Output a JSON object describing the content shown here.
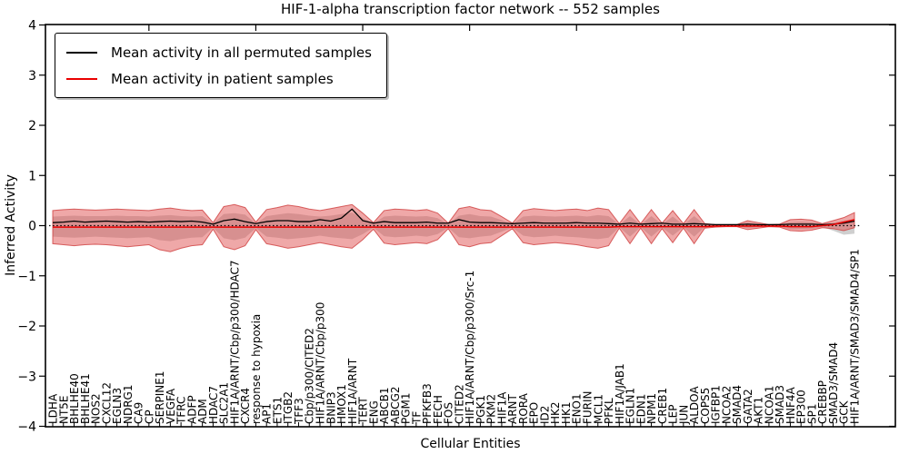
{
  "chart_data": {
    "type": "line",
    "title": "HIF-1-alpha transcription factor network -- 552 samples",
    "xlabel": "Cellular Entities",
    "ylabel": "Inferred Activity",
    "ylim": [
      -4,
      4
    ],
    "yticks": [
      4,
      3,
      2,
      1,
      0,
      -1,
      -2,
      -3,
      -4
    ],
    "ytick_labels": [
      "4",
      "3",
      "2",
      "1",
      "0",
      "−1",
      "−2",
      "−3",
      "−4"
    ],
    "grid": false,
    "zero_line_style": "dotted",
    "legend_position": "upper left",
    "legend": [
      {
        "label": "Mean activity in all permuted samples",
        "color": "#000000"
      },
      {
        "label": "Mean activity in patient samples",
        "color": "#ea0000"
      }
    ],
    "categories": [
      "LDHA",
      "NT5E",
      "BHLHE40",
      "BHLHE41",
      "NOS2",
      "CXCL12",
      "EGLN3",
      "NDRG1",
      "CA9",
      "CP",
      "SERPINE1",
      "VEGFA",
      "TFRC",
      "ADFP",
      "ADM",
      "HDAC7",
      "SLC2A1",
      "HIF1A/ARNT/Cbp/p300/HDAC7",
      "CXCR4",
      "response to hypoxia",
      "AP1",
      "ETS1",
      "ITGB2",
      "TFF3",
      "Cbp/p300/CITED2",
      "HIF1A/ARNT/Cbp/p300",
      "BNIP3",
      "HMOX1",
      "HIF1A/ARNT",
      "TERT",
      "ENG",
      "ABCB1",
      "ABCG2",
      "PGM1",
      "TF",
      "PFKFB3",
      "FECH",
      "FOS",
      "CITED2",
      "HIF1A/ARNT/Cbp/p300/Src-1",
      "PGK1",
      "PKM2",
      "HIF1A",
      "ARNT",
      "RORA",
      "EPO",
      "ID2",
      "HK2",
      "HK1",
      "ENO1",
      "FURIN",
      "MCL1",
      "PFKL",
      "HIF1A/JAB1",
      "EGLN1",
      "EDN1",
      "NPM1",
      "CREB1",
      "LEP",
      "JUN",
      "ALDOA",
      "COPS5",
      "IGFBP1",
      "NCOA2",
      "SMAD4",
      "GATA2",
      "AKT1",
      "NCOA1",
      "SMAD3",
      "HNF4A",
      "EP300",
      "SP1",
      "CREBBP",
      "SMAD3/SMAD4",
      "GCK",
      "HIF1A/ARNT/SMAD3/SMAD4/SP1"
    ],
    "series": [
      {
        "name": "Mean activity in all permuted samples",
        "color": "#000000",
        "width": 1.3,
        "values": [
          0.06,
          0.07,
          0.09,
          0.07,
          0.08,
          0.09,
          0.08,
          0.07,
          0.08,
          0.07,
          0.08,
          0.09,
          0.08,
          0.09,
          0.07,
          0.03,
          0.1,
          0.13,
          0.08,
          0.04,
          0.08,
          0.1,
          0.1,
          0.08,
          0.08,
          0.12,
          0.09,
          0.15,
          0.33,
          0.1,
          0.05,
          0.08,
          0.06,
          0.06,
          0.06,
          0.07,
          0.05,
          0.05,
          0.12,
          0.07,
          0.06,
          0.06,
          0.05,
          0.04,
          0.05,
          0.06,
          0.05,
          0.05,
          0.05,
          0.06,
          0.05,
          0.05,
          0.04,
          0.03,
          0.05,
          0.03,
          0.04,
          0.05,
          0.03,
          0.03,
          0.04,
          0.03,
          0.02,
          0.02,
          0.02,
          0.03,
          0.02,
          0.02,
          0.02,
          0.03,
          0.03,
          0.03,
          0.02,
          0.03,
          0.05,
          0.09
        ]
      },
      {
        "name": "Mean activity in patient samples",
        "color": "#ea0000",
        "width": 1.5,
        "values": [
          -0.03,
          -0.03,
          -0.03,
          -0.03,
          -0.03,
          -0.03,
          -0.03,
          -0.03,
          -0.03,
          -0.03,
          -0.03,
          -0.03,
          -0.03,
          -0.03,
          -0.03,
          -0.03,
          -0.03,
          -0.03,
          -0.03,
          -0.03,
          -0.03,
          -0.03,
          -0.03,
          -0.03,
          -0.03,
          -0.03,
          -0.03,
          -0.03,
          -0.03,
          -0.03,
          -0.03,
          -0.03,
          -0.03,
          -0.03,
          -0.03,
          -0.03,
          -0.03,
          -0.03,
          -0.03,
          -0.03,
          -0.03,
          -0.03,
          -0.03,
          -0.03,
          -0.03,
          -0.03,
          -0.03,
          -0.03,
          -0.03,
          -0.03,
          -0.03,
          -0.03,
          -0.03,
          -0.02,
          -0.02,
          -0.02,
          -0.02,
          -0.02,
          -0.02,
          -0.02,
          -0.02,
          -0.02,
          -0.01,
          -0.01,
          -0.01,
          -0.01,
          -0.01,
          -0.01,
          -0.01,
          -0.02,
          -0.02,
          -0.02,
          0.0,
          0.02,
          0.07,
          0.12
        ]
      }
    ],
    "bands": [
      {
        "name": "permuted-samples-std-band",
        "fill": "#808080",
        "opacity": 0.38,
        "edge": "none",
        "upper": [
          0.18,
          0.19,
          0.2,
          0.19,
          0.19,
          0.19,
          0.2,
          0.19,
          0.19,
          0.18,
          0.2,
          0.21,
          0.19,
          0.18,
          0.19,
          0.04,
          0.23,
          0.25,
          0.22,
          0.04,
          0.19,
          0.22,
          0.25,
          0.23,
          0.2,
          0.18,
          0.2,
          0.23,
          0.26,
          0.15,
          0.04,
          0.18,
          0.2,
          0.19,
          0.18,
          0.19,
          0.15,
          0.03,
          0.2,
          0.23,
          0.19,
          0.18,
          0.11,
          0.03,
          0.18,
          0.2,
          0.19,
          0.18,
          0.19,
          0.2,
          0.18,
          0.21,
          0.19,
          0.02,
          0.19,
          0.02,
          0.19,
          0.03,
          0.18,
          0.02,
          0.19,
          0.02,
          0.01,
          0.01,
          0.01,
          0.06,
          0.04,
          0.01,
          0.02,
          0.07,
          0.08,
          0.07,
          0.02,
          0.06,
          0.1,
          0.12
        ],
        "lower": [
          -0.22,
          -0.23,
          -0.24,
          -0.23,
          -0.22,
          -0.23,
          -0.24,
          -0.25,
          -0.24,
          -0.23,
          -0.29,
          -0.31,
          -0.27,
          -0.24,
          -0.23,
          -0.04,
          -0.25,
          -0.29,
          -0.24,
          -0.05,
          -0.22,
          -0.24,
          -0.27,
          -0.25,
          -0.23,
          -0.2,
          -0.23,
          -0.25,
          -0.27,
          -0.17,
          -0.04,
          -0.21,
          -0.23,
          -0.22,
          -0.2,
          -0.22,
          -0.17,
          -0.04,
          -0.23,
          -0.25,
          -0.22,
          -0.2,
          -0.12,
          -0.04,
          -0.2,
          -0.23,
          -0.22,
          -0.2,
          -0.22,
          -0.23,
          -0.25,
          -0.27,
          -0.24,
          -0.03,
          -0.22,
          -0.03,
          -0.22,
          -0.04,
          -0.2,
          -0.03,
          -0.22,
          -0.03,
          -0.02,
          -0.01,
          -0.01,
          -0.05,
          -0.03,
          -0.01,
          -0.02,
          -0.07,
          -0.07,
          -0.06,
          -0.03,
          -0.1,
          -0.18,
          -0.16
        ]
      },
      {
        "name": "patient-samples-std-band",
        "fill": "#e05252",
        "opacity": 0.5,
        "edge": "#cc3434",
        "upper": [
          0.3,
          0.32,
          0.33,
          0.32,
          0.31,
          0.32,
          0.33,
          0.32,
          0.31,
          0.3,
          0.33,
          0.35,
          0.32,
          0.3,
          0.31,
          0.06,
          0.38,
          0.42,
          0.36,
          0.07,
          0.32,
          0.36,
          0.41,
          0.38,
          0.33,
          0.3,
          0.34,
          0.38,
          0.42,
          0.25,
          0.06,
          0.3,
          0.33,
          0.32,
          0.3,
          0.32,
          0.25,
          0.05,
          0.34,
          0.38,
          0.32,
          0.3,
          0.18,
          0.05,
          0.3,
          0.34,
          0.32,
          0.3,
          0.32,
          0.33,
          0.3,
          0.35,
          0.32,
          0.04,
          0.32,
          0.04,
          0.32,
          0.05,
          0.3,
          0.04,
          0.32,
          0.04,
          0.02,
          0.02,
          0.02,
          0.1,
          0.06,
          0.02,
          0.03,
          0.12,
          0.13,
          0.11,
          0.04,
          0.1,
          0.16,
          0.26
        ],
        "lower": [
          -0.36,
          -0.38,
          -0.4,
          -0.38,
          -0.37,
          -0.38,
          -0.4,
          -0.42,
          -0.4,
          -0.38,
          -0.48,
          -0.52,
          -0.45,
          -0.4,
          -0.38,
          -0.07,
          -0.42,
          -0.48,
          -0.4,
          -0.08,
          -0.36,
          -0.4,
          -0.45,
          -0.42,
          -0.38,
          -0.34,
          -0.38,
          -0.42,
          -0.45,
          -0.28,
          -0.07,
          -0.35,
          -0.38,
          -0.36,
          -0.34,
          -0.36,
          -0.28,
          -0.06,
          -0.38,
          -0.42,
          -0.36,
          -0.34,
          -0.2,
          -0.06,
          -0.34,
          -0.38,
          -0.36,
          -0.34,
          -0.36,
          -0.38,
          -0.42,
          -0.45,
          -0.4,
          -0.05,
          -0.36,
          -0.05,
          -0.36,
          -0.06,
          -0.34,
          -0.05,
          -0.36,
          -0.05,
          -0.03,
          -0.02,
          -0.02,
          -0.08,
          -0.05,
          -0.02,
          -0.03,
          -0.1,
          -0.11,
          -0.09,
          -0.04,
          -0.06,
          -0.1,
          -0.04
        ]
      }
    ]
  }
}
